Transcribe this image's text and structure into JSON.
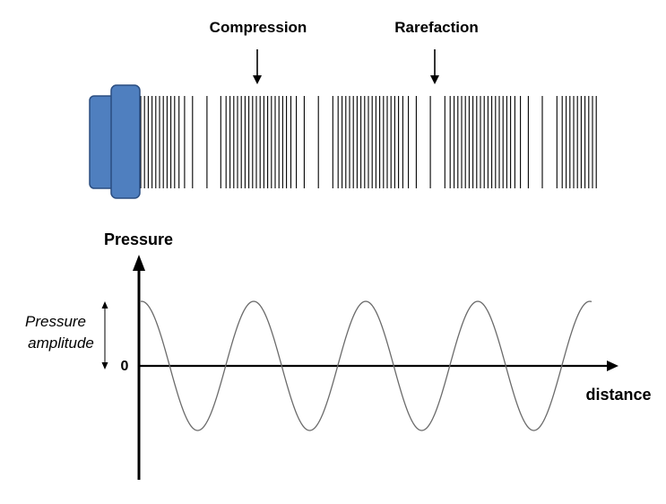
{
  "labels": {
    "compression": "Compression",
    "rarefaction": "Rarefaction",
    "y_axis": "Pressure",
    "amplitude_line1": "Pressure",
    "amplitude_line2": "amplitude",
    "zero": "0",
    "x_axis": "distance"
  },
  "colors": {
    "piston_fill": "#4f7fbf",
    "piston_stroke": "#2a4d80",
    "lines": "#000000",
    "wave": "#6b6b6b",
    "axes": "#000000"
  },
  "icons": {
    "piston": "speaker-piston-icon",
    "arrow": "down-arrow-icon"
  }
}
